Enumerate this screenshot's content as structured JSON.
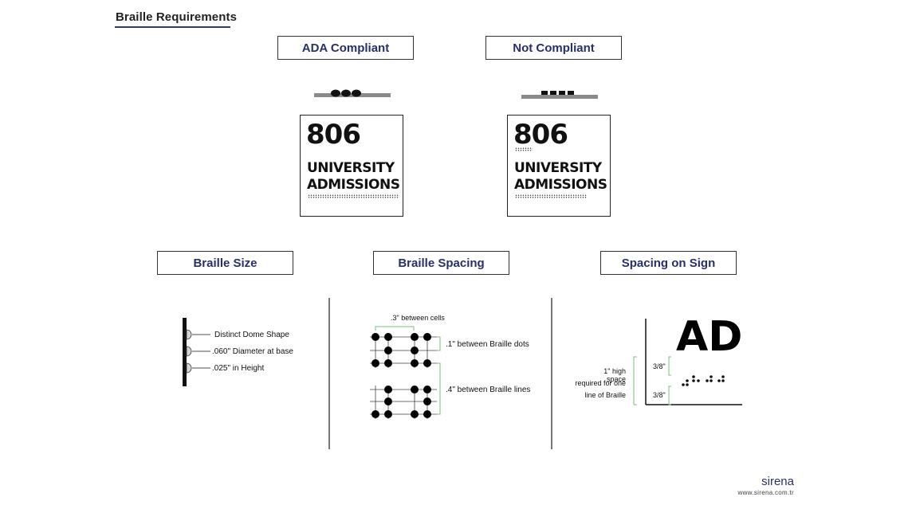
{
  "header": {
    "title": "Braille Requirements"
  },
  "top_labels": {
    "compliant": "ADA Compliant",
    "not_compliant": "Not Compliant"
  },
  "sign": {
    "number": "806",
    "line1": "UNIVERSITY",
    "line2": "ADMISSIONS"
  },
  "sections": {
    "size": "Braille Size",
    "spacing": "Braille Spacing",
    "sign": "Spacing on Sign"
  },
  "size_diagram": {
    "label1": "Distinct Dome Shape",
    "label2": ".060\" Diameter at base",
    "label3": ".025\" in Height"
  },
  "spacing_diagram": {
    "cells": ".3\" between cells",
    "dots": ".1\" between Braille dots",
    "lines": ".4\" between Braille lines"
  },
  "sign_diagram": {
    "letters": "AD",
    "note1": "1\" high space",
    "note2": "required for one",
    "note3": "line of Braille",
    "measure_top": "3/8\"",
    "measure_bottom": "3/8\""
  },
  "footer": {
    "brand": "sirena",
    "url": "www.sirena.com.tr"
  },
  "colors": {
    "accent": "#27306b",
    "rule": "#2b3a7a",
    "guide_green": "#7cbf7c"
  }
}
